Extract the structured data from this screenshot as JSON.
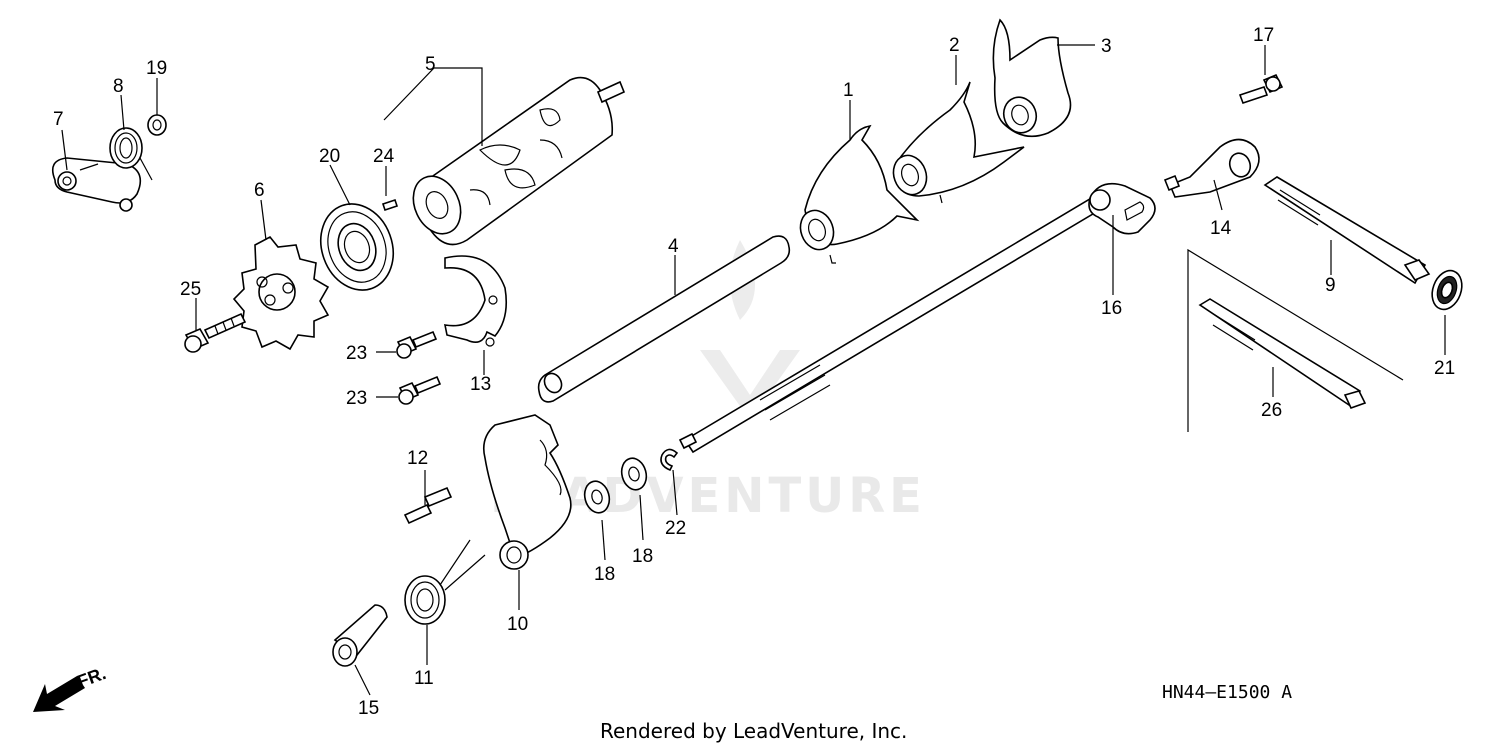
{
  "diagram": {
    "code": "HN44—E1500 A",
    "credit": "Rendered by LeadVenture, Inc.",
    "watermark": "LEADVENTURE",
    "direction_label": "FR.",
    "callouts": {
      "c1": "1",
      "c2": "2",
      "c3": "3",
      "c4": "4",
      "c5": "5",
      "c6": "6",
      "c7": "7",
      "c8": "8",
      "c9": "9",
      "c10": "10",
      "c11": "11",
      "c12": "12",
      "c13": "13",
      "c14": "14",
      "c15": "15",
      "c16": "16",
      "c17": "17",
      "c18a": "18",
      "c18b": "18",
      "c19": "19",
      "c20": "20",
      "c21": "21",
      "c22": "22",
      "c23a": "23",
      "c23b": "23",
      "c24": "24",
      "c25": "25",
      "c26": "26"
    }
  }
}
